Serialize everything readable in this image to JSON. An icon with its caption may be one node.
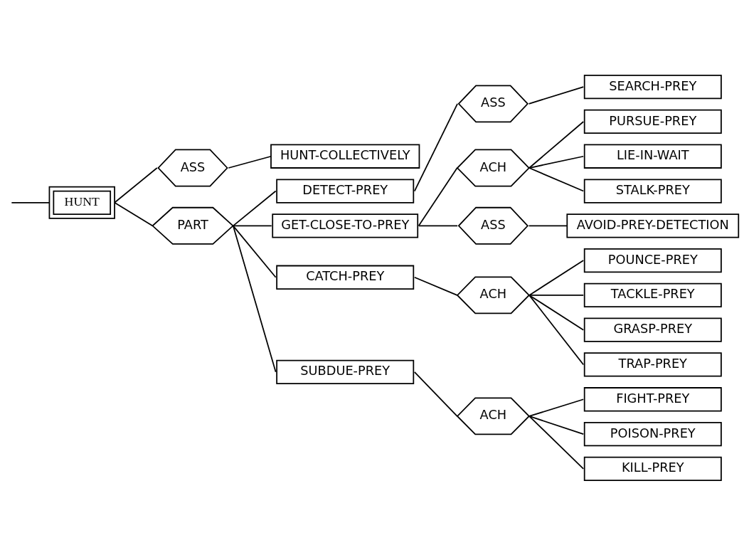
{
  "diagram": {
    "nodes": [
      {
        "text": [
          "HUNT"
        ]
      },
      {
        "text": [
          "ASS"
        ]
      },
      {
        "text": [
          "HUNT-COLLECTIVELY"
        ]
      },
      {
        "text": [
          "PART"
        ]
      },
      {
        "text": [
          "DETECT-PREY"
        ]
      },
      {
        "text": [
          "ASS"
        ]
      },
      {
        "text": [
          "SEARCH-PREY"
        ]
      },
      {
        "text": [
          "GET-CLOSE-TO-PREY"
        ]
      },
      {
        "text": [
          "ACH"
        ]
      },
      {
        "text": [
          "PURSUE-PREY"
        ]
      },
      {
        "text": [
          "LIE-IN-WAIT"
        ]
      },
      {
        "text": [
          "STALK-PREY"
        ]
      },
      {
        "text": [
          "ASS"
        ]
      },
      {
        "text": [
          "AVOID-PREY-DETECTION"
        ]
      },
      {
        "text": [
          "CATCH-PREY"
        ]
      },
      {
        "text": [
          "ACH"
        ]
      },
      {
        "text": [
          "POUNCE-PREY"
        ]
      },
      {
        "text": [
          "TACKLE-PREY"
        ]
      },
      {
        "text": [
          "GRASP-PREY"
        ]
      },
      {
        "text": [
          "TRAP-PREY"
        ]
      },
      {
        "text": [
          "SUBDUE-PREY"
        ]
      },
      {
        "text": [
          "ACH"
        ]
      },
      {
        "text": [
          "FIGHT-PREY"
        ]
      },
      {
        "text": [
          "POISON-PREY"
        ]
      },
      {
        "text": [
          "KILL-PREY"
        ]
      }
    ],
    "edges": [
      {
        "from": null,
        "to": 0,
        "arrow": "none"
      },
      {
        "from": 0,
        "to": 1,
        "arrow": "none"
      },
      {
        "from": 1,
        "to": 2,
        "arrow": "none"
      },
      {
        "from": 0,
        "to": 3,
        "arrow": "none"
      },
      {
        "from": 3,
        "to": 4,
        "arrow": "none"
      },
      {
        "from": 4,
        "to": 5,
        "arrow": "none"
      },
      {
        "from": 5,
        "to": 6,
        "arrow": "none"
      },
      {
        "from": 3,
        "to": 7,
        "arrow": "none"
      },
      {
        "from": 7,
        "to": 8,
        "arrow": "none"
      },
      {
        "from": 8,
        "to": 9,
        "arrow": "none"
      },
      {
        "from": 8,
        "to": 10,
        "arrow": "none"
      },
      {
        "from": 8,
        "to": 11,
        "arrow": "none"
      },
      {
        "from": 7,
        "to": 12,
        "arrow": "none"
      },
      {
        "from": 12,
        "to": 13,
        "arrow": "none"
      },
      {
        "from": 3,
        "to": 14,
        "arrow": "none"
      },
      {
        "from": 14,
        "to": 15,
        "arrow": "none"
      },
      {
        "from": 15,
        "to": 16,
        "arrow": "none"
      },
      {
        "from": 15,
        "to": 17,
        "arrow": "none"
      },
      {
        "from": 15,
        "to": 18,
        "arrow": "none"
      },
      {
        "from": 15,
        "to": 19,
        "arrow": "none"
      },
      {
        "from": 3,
        "to": 20,
        "arrow": "none"
      },
      {
        "from": 20,
        "to": 21,
        "arrow": "none"
      },
      {
        "from": 21,
        "to": 22,
        "arrow": "none"
      },
      {
        "from": 21,
        "to": 23,
        "arrow": "none"
      },
      {
        "from": 21,
        "to": 24,
        "arrow": "none"
      }
    ]
  }
}
